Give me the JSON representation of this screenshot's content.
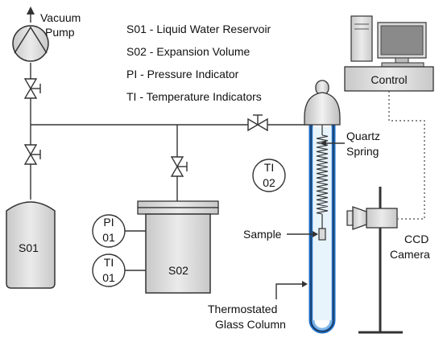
{
  "legend": [
    "S01 - Liquid Water Reservoir",
    "S02 - Expansion Volume",
    "PI - Pressure Indicator",
    "TI - Temperature Indicators"
  ],
  "labels": {
    "vacuum_pump_line1": "Vacuum",
    "vacuum_pump_line2": "Pump",
    "s01": "S01",
    "s02": "S02",
    "pi_top": "PI",
    "pi_bottom": "01",
    "ti01_top": "TI",
    "ti01_bottom": "01",
    "ti02_top": "TI",
    "ti02_bottom": "02",
    "quartz_line1": "Quartz",
    "quartz_line2": "Spring",
    "sample": "Sample",
    "thermo_line1": "Thermostated",
    "thermo_line2": "Glass Column",
    "control": "Control",
    "ccd_line1": "CCD",
    "ccd_line2": "Camera"
  },
  "colors": {
    "column_blue": "#1f6fc8",
    "column_fill": "#d8ecf8",
    "component_fill": "#d9d9d9",
    "line": "#333333"
  },
  "icons": {
    "valve": "gate-valve-icon",
    "pump": "vacuum-pump-icon",
    "computer": "desktop-computer-icon",
    "camera": "ccd-camera-icon"
  }
}
